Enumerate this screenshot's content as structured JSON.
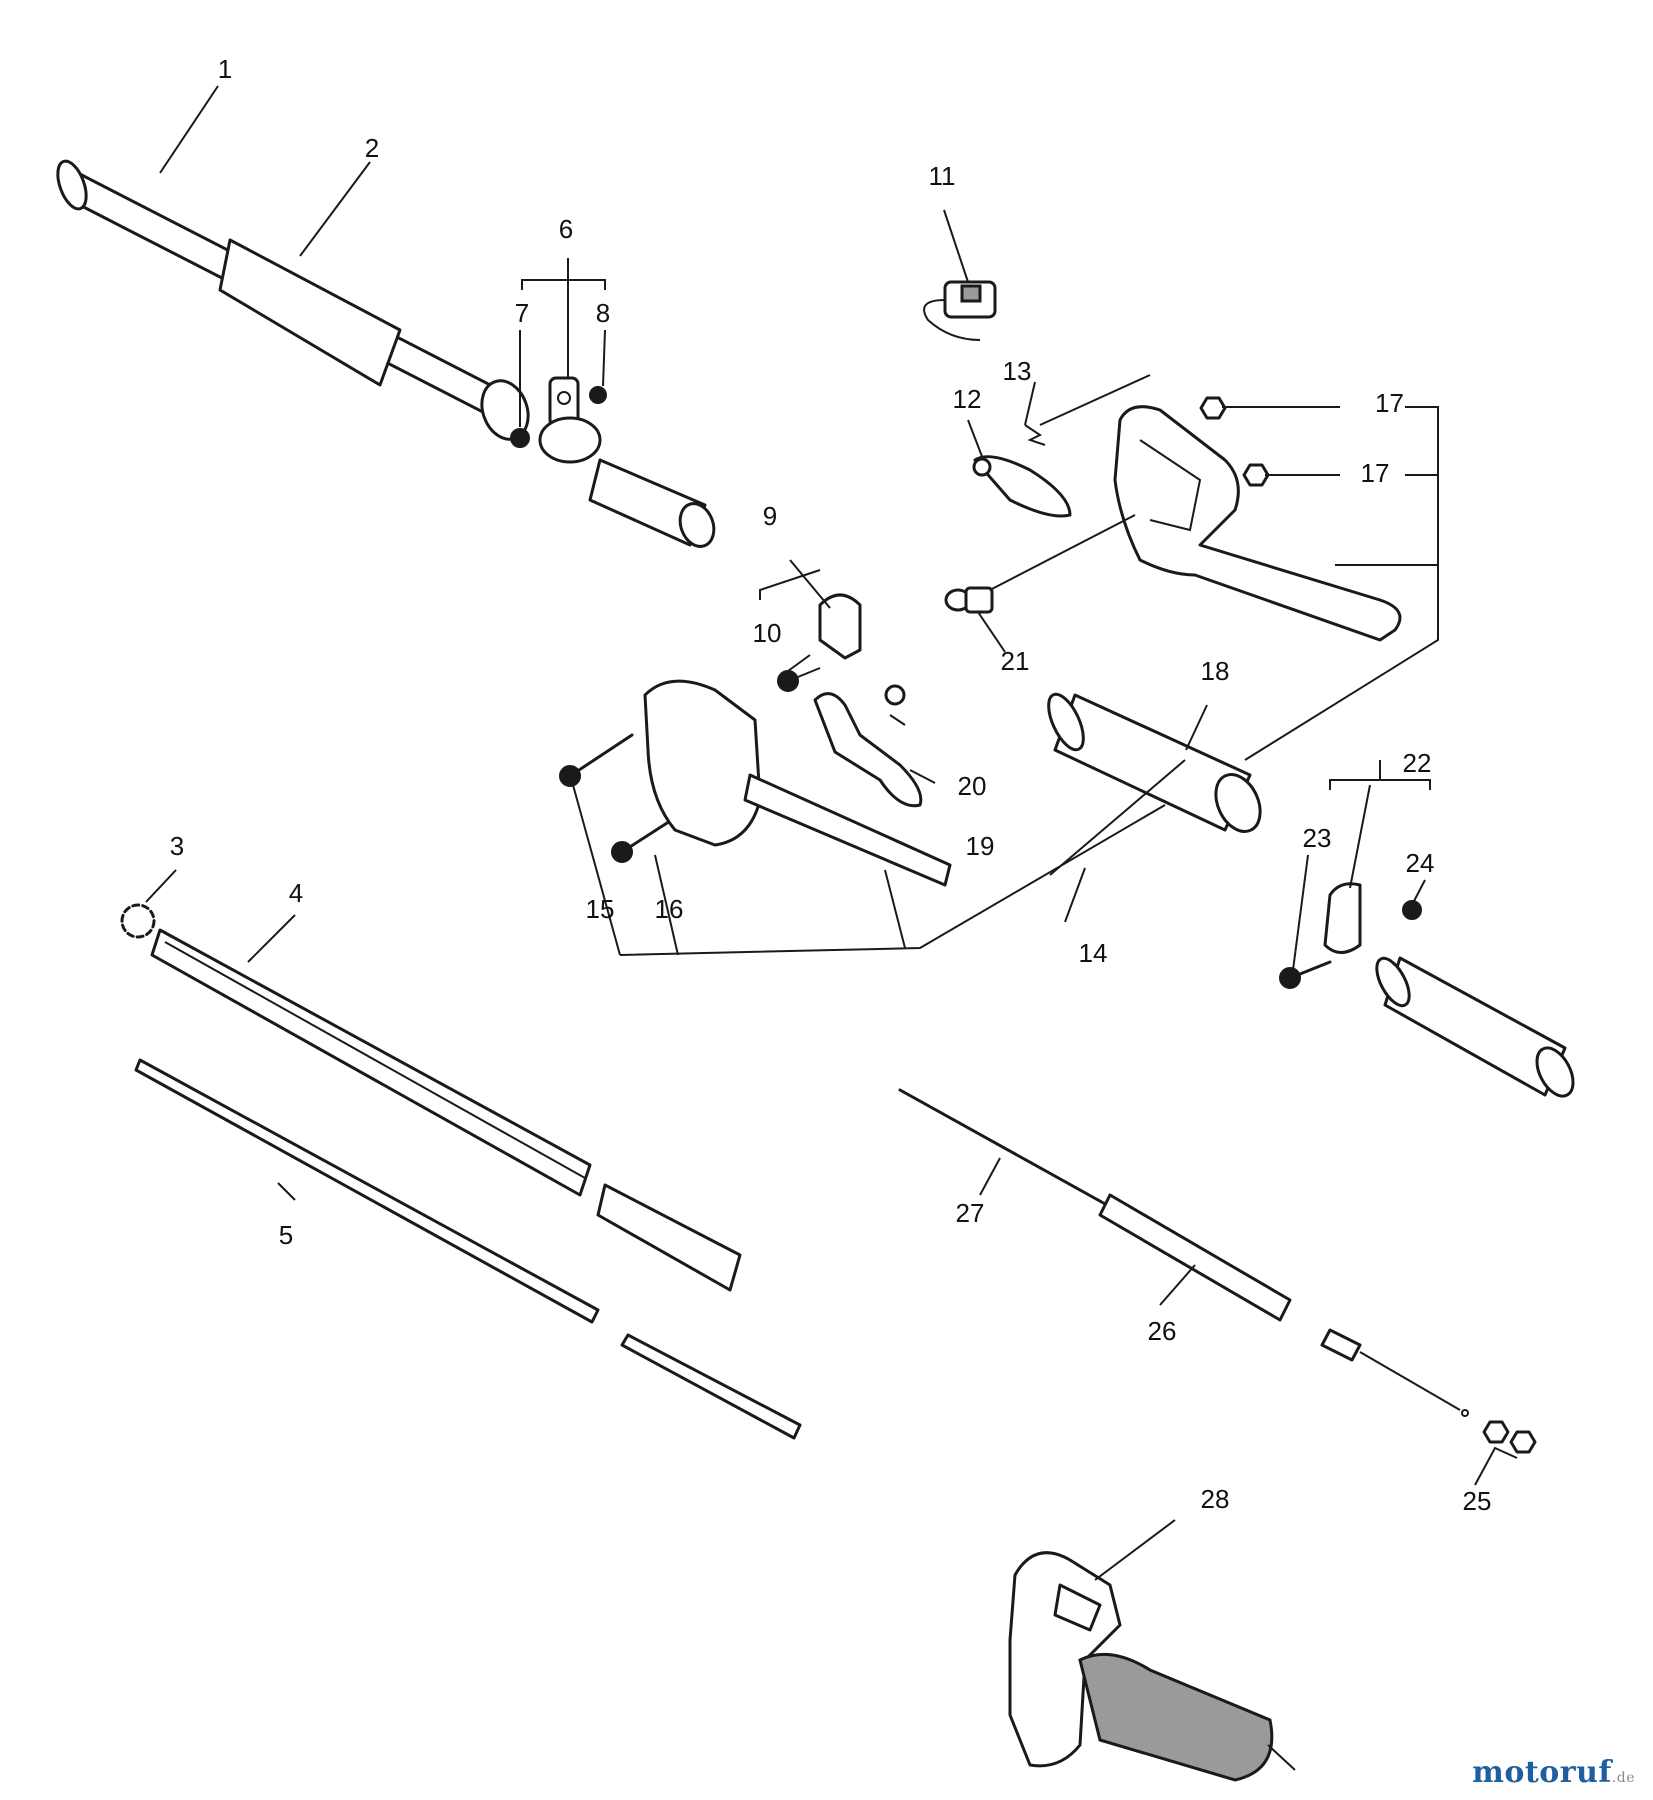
{
  "diagram": {
    "callouts": [
      "1",
      "2",
      "3",
      "4",
      "5",
      "6",
      "7",
      "8",
      "9",
      "10",
      "11",
      "12",
      "13",
      "14",
      "15",
      "16",
      "17",
      "17",
      "18",
      "19",
      "20",
      "21",
      "22",
      "23",
      "24",
      "25",
      "26",
      "27",
      "28"
    ]
  },
  "watermark": {
    "name": "motoruf",
    "tld": ".de"
  },
  "colors": {
    "line": "#1a1a1a",
    "watermark": "#1f5fa0"
  }
}
